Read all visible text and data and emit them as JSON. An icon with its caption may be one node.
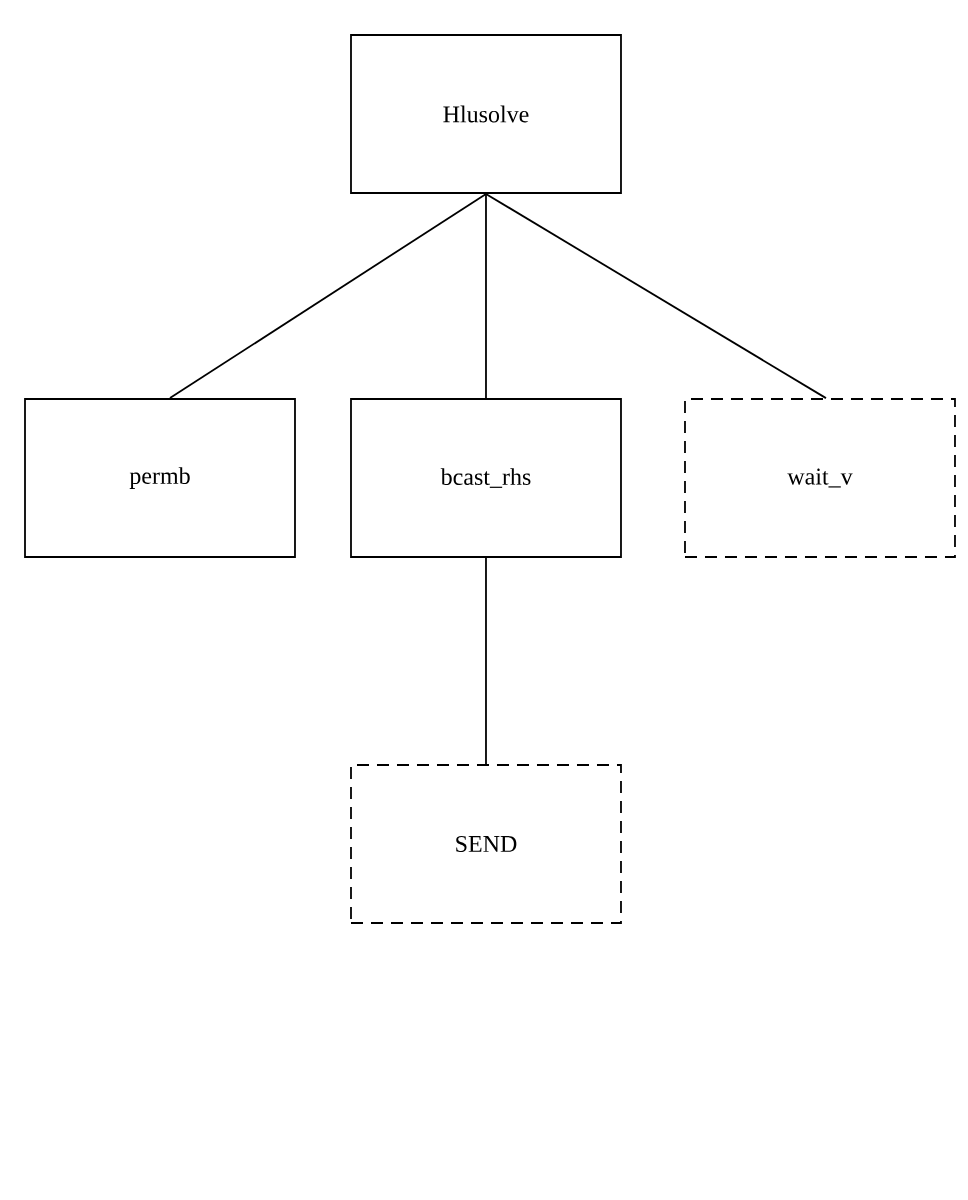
{
  "diagram": {
    "nodes": [
      {
        "text": [
          "Hlusolve"
        ]
      },
      {
        "text": [
          "permb"
        ]
      },
      {
        "text": [
          "bcast_rhs"
        ]
      },
      {
        "text": [
          "wait_v"
        ]
      },
      {
        "text": [
          "SEND"
        ]
      }
    ],
    "edges": [
      {
        "from": 0,
        "to": 1,
        "arrow": "none"
      },
      {
        "from": 0,
        "to": 2,
        "arrow": "none"
      },
      {
        "from": 0,
        "to": 3,
        "arrow": "none"
      },
      {
        "from": 2,
        "to": 4,
        "arrow": "none"
      }
    ]
  }
}
